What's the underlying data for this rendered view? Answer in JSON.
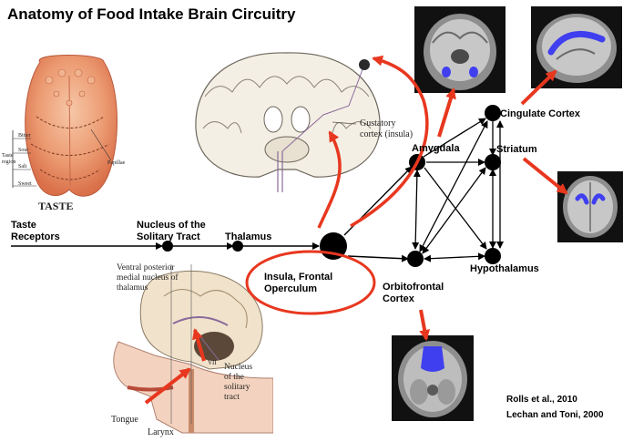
{
  "title": "Anatomy of Food Intake Brain Circuitry",
  "tongue": {
    "caption": "TASTE",
    "region_label": "Taste region",
    "regions": [
      "Bitter",
      "Sour",
      "Salt",
      "Sweet"
    ],
    "papillae": "Papillae"
  },
  "coronal": {
    "gustatory_label": "Gustatory cortex (insula)"
  },
  "sagittal": {
    "vpm_label": "Ventral posterior medial nucleus of thalamus",
    "nts_label": "Nucleus of the solitary tract",
    "tongue_label": "Tongue",
    "larynx_label": "Larynx",
    "nerve_label": "VII"
  },
  "nodes": {
    "taste_receptors": "Taste Receptors",
    "nts": "Nucleus of the Solitary Tract",
    "thalamus": "Thalamus",
    "insula": "Insula, Frontal Operculum",
    "amygdala": "Amygdala",
    "cingulate": "Cingulate Cortex",
    "striatum": "Striatum",
    "hypothalamus": "Hypothalamus",
    "ofc": "Orbitofrontal Cortex"
  },
  "references": [
    "Rolls et al., 2010",
    "Lechan and Toni, 2000"
  ],
  "colors": {
    "highlight": "#e8371f",
    "roi": "#3f3ff0",
    "tongue": "#e88a5f"
  }
}
